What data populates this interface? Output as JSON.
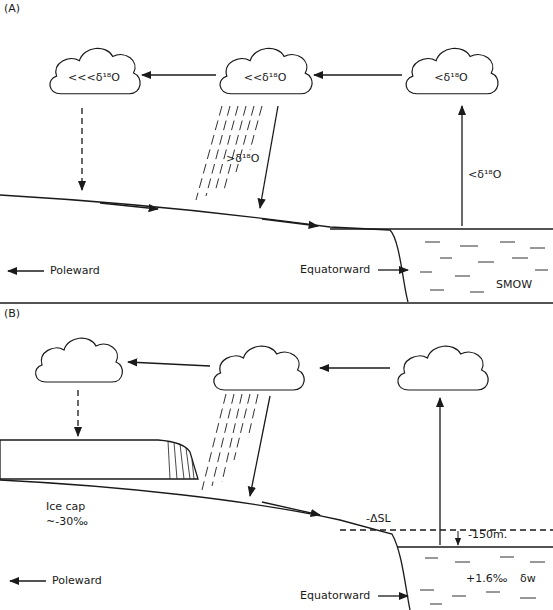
{
  "diagram": {
    "nodes": [
      {
        "text": [
          "<<<δ¹⁸O"
        ]
      },
      {
        "text": [
          "<<δ¹⁸O"
        ]
      },
      {
        "text": [
          "<δ¹⁸O"
        ]
      }
    ],
    "edges": [
      {
        "from": 2,
        "to": 1,
        "arrow": "to"
      },
      {
        "from": 1,
        "to": 0,
        "arrow": "to"
      }
    ],
    "labels": [
      "(A)",
      ">δ¹⁸O",
      "<δ¹⁸O",
      "Poleward",
      "Equatorward",
      "SMOW",
      "(B)",
      "Ice cap",
      "~-30‰",
      "-ΔSL",
      "-150m.",
      "+1.6‰",
      "δw",
      "Poleward",
      "Equatorward"
    ]
  }
}
